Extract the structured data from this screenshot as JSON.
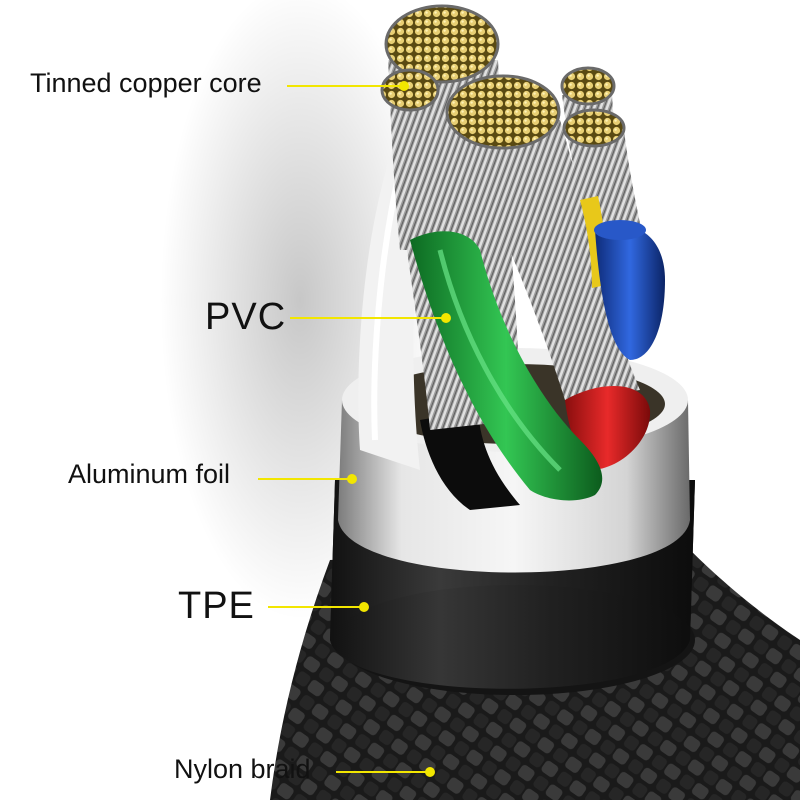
{
  "labels": {
    "copper": "Tinned copper core",
    "pvc": "PVC",
    "foil": "Aluminum foil",
    "tpe": "TPE",
    "braid": "Nylon braid"
  },
  "colors": {
    "callout": "#f2e600",
    "braid": "#1c1c1c",
    "tpe": "#2a2a2a",
    "foil": "#c8c8c8",
    "copper_tin": "#e2c86a",
    "insulation_green": "#1fae3c",
    "insulation_red": "#d41e1e",
    "insulation_blue": "#1c4fc4",
    "insulation_white": "#f2f2f2",
    "insulation_black": "#0c0c0c"
  }
}
